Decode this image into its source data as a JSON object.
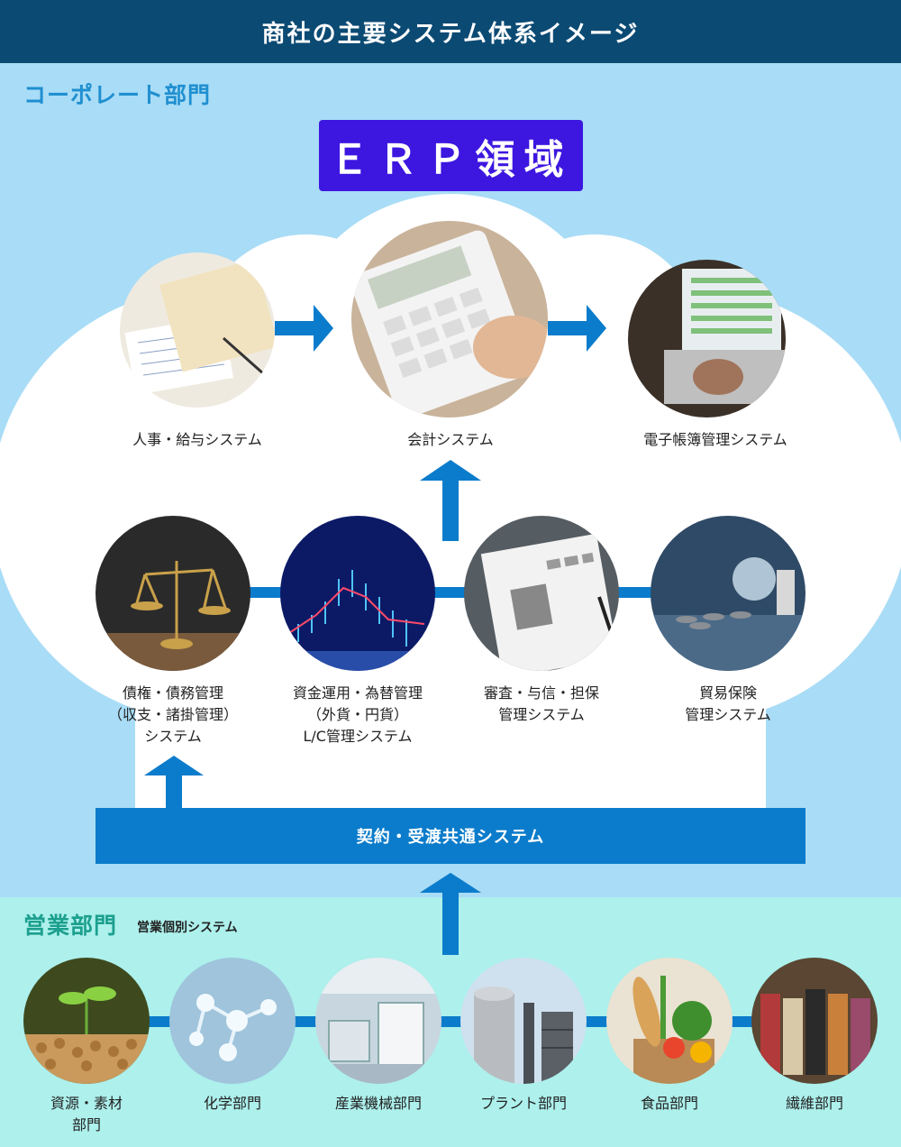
{
  "header": {
    "title": "商社の主要システム体系イメージ"
  },
  "corporate": {
    "label": "コーポレート部門",
    "erp_title": "ＥＲＰ領域",
    "top_systems": [
      {
        "label": "人事・給与システム"
      },
      {
        "label": "会計システム"
      },
      {
        "label": "電子帳簿管理システム"
      }
    ],
    "middle_systems": [
      {
        "lines": [
          "債権・債務管理",
          "（収支・諸掛管理）",
          "システム"
        ]
      },
      {
        "lines": [
          "資金運用・為替管理",
          "（外貨・円貨）",
          "L/C管理システム"
        ]
      },
      {
        "lines": [
          "審査・与信・担保",
          "管理システム"
        ]
      },
      {
        "lines": [
          "貿易保険",
          "管理システム"
        ]
      }
    ],
    "contract_bar": "契約・受渡共通システム"
  },
  "sales": {
    "label": "営業部門",
    "sub_label": "営業個別システム",
    "departments": [
      {
        "lines": [
          "資源・素材",
          "部門"
        ]
      },
      {
        "lines": [
          "化学部門"
        ]
      },
      {
        "lines": [
          "産業機械部門"
        ]
      },
      {
        "lines": [
          "プラント部門"
        ]
      },
      {
        "lines": [
          "食品部門"
        ]
      },
      {
        "lines": [
          "繊維部門"
        ]
      }
    ]
  },
  "colors": {
    "header_bg": "#0b4a73",
    "corporate_bg": "#a9dcf6",
    "sales_bg": "#adf0ec",
    "erp_bg": "#3d16e0",
    "accent_blue": "#0b7ccb",
    "corp_label": "#1f8fd0",
    "sales_label": "#1c9f8e"
  }
}
